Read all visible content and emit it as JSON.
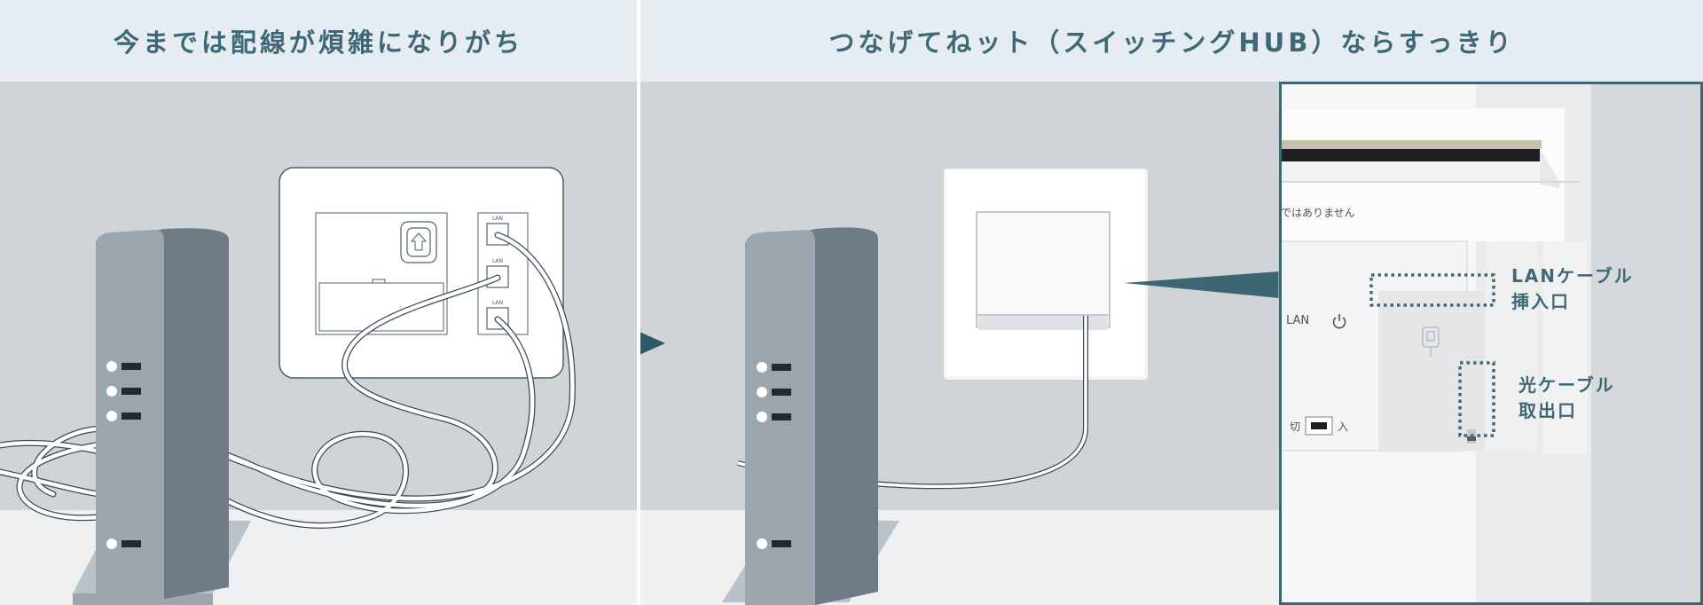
{
  "headers": {
    "left": "今までは配線が煩雑になりがち",
    "right": "つなげてねット（スイッチングHUB）ならすっきり"
  },
  "left_panel": {
    "outlet_port_labels": [
      "LAN",
      "LAN",
      "LAN"
    ]
  },
  "zoom_panel": {
    "notice_text": "ではありません",
    "lan_label": "LAN",
    "switch_off": "切",
    "switch_on": "入",
    "callouts": [
      {
        "lines": [
          "LANケーブル",
          "挿入口"
        ]
      },
      {
        "lines": [
          "光ケーブル",
          "取出口"
        ]
      }
    ]
  },
  "colors": {
    "header_bg": "#e5edf3",
    "accent": "#3f6876",
    "arrow": "#2e5966",
    "router_body": "#7b8891"
  },
  "icons": [
    "play-arrow-icon",
    "power-icon",
    "fiber-connector-icon",
    "phone-jack-icon"
  ]
}
